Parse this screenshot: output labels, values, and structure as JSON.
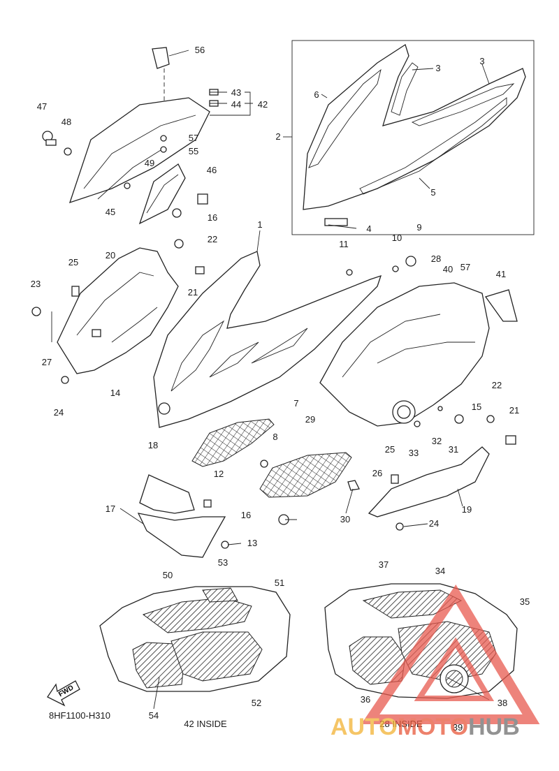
{
  "diagram": {
    "part_labels": [
      "1",
      "2",
      "3",
      "3",
      "4",
      "5",
      "6",
      "7",
      "8",
      "9",
      "10",
      "11",
      "12",
      "13",
      "14",
      "15",
      "16",
      "16",
      "17",
      "18",
      "19",
      "20",
      "21",
      "21",
      "22",
      "22",
      "23",
      "24",
      "24",
      "25",
      "25",
      "26",
      "27",
      "28",
      "29",
      "30",
      "31",
      "32",
      "33",
      "34",
      "35",
      "36",
      "37",
      "38",
      "39",
      "40",
      "41",
      "42",
      "43",
      "44",
      "45",
      "46",
      "47",
      "48",
      "49",
      "50",
      "51",
      "52",
      "53",
      "54",
      "55",
      "56",
      "57",
      "57"
    ],
    "fwd_label": "FWD",
    "diagram_code": "8HF1100-H310",
    "inside_left_caption": "42 INSIDE",
    "inside_right_caption": "28 INSIDE"
  },
  "watermark": {
    "part1": "AUTO",
    "part2": "MOTO",
    "part3": "HUB",
    "color_part1": "#f2b233",
    "color_part2": "#e8573a",
    "color_part3": "#6e6e6e",
    "triangle_color": "#e85a4f"
  }
}
